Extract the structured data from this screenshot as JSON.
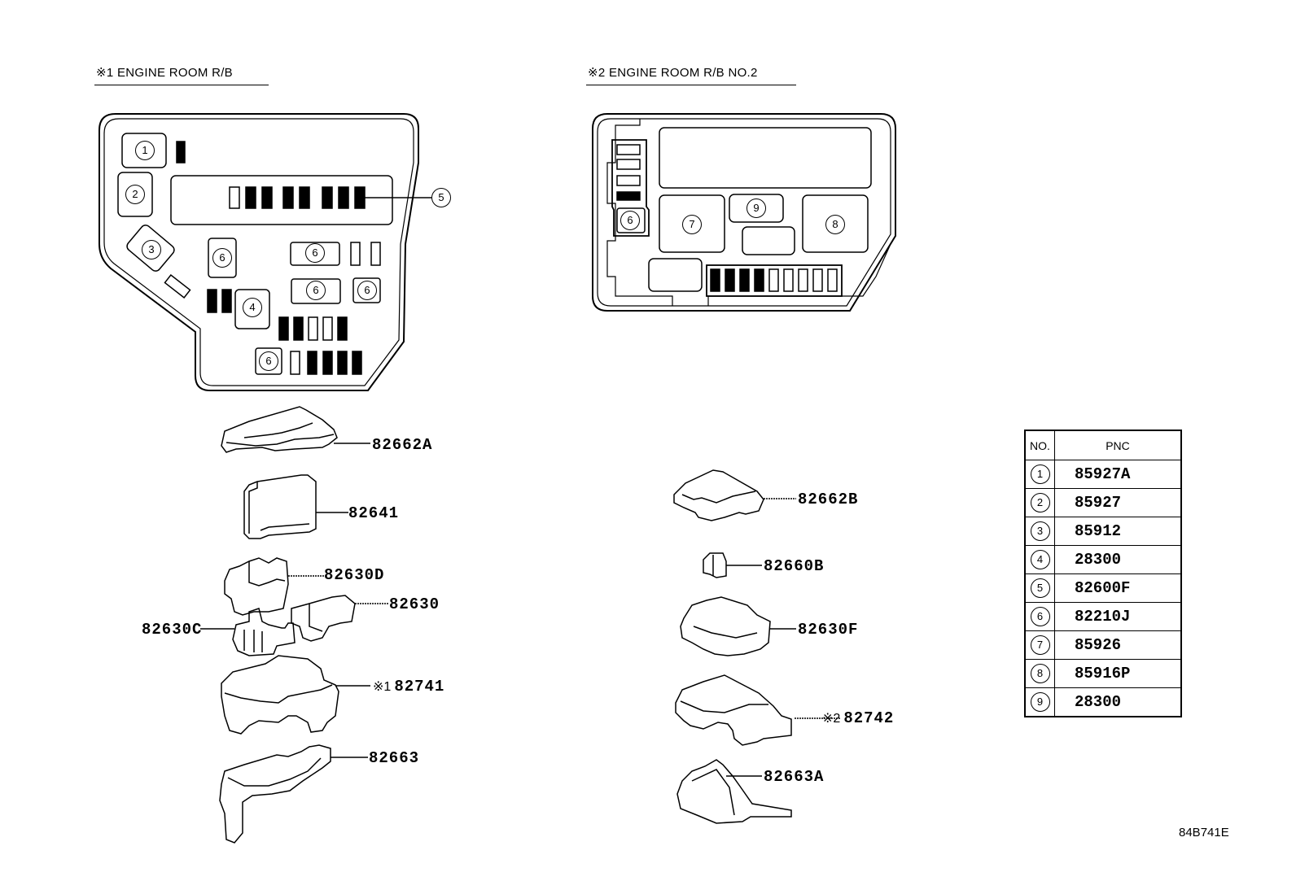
{
  "diagram": {
    "sections": [
      {
        "id": "rb1",
        "title": "※1 ENGINE ROOM R/B"
      },
      {
        "id": "rb2",
        "title": "※2 ENGINE ROOM R/B  NO.2"
      }
    ],
    "rb1_callouts": [
      "1",
      "2",
      "3",
      "4",
      "5",
      "6",
      "6",
      "6",
      "6",
      "6"
    ],
    "rb2_callouts": [
      "6",
      "7",
      "8",
      "9"
    ],
    "left_parts": [
      {
        "mark": "",
        "pnc": "82662A"
      },
      {
        "mark": "",
        "pnc": "82641"
      },
      {
        "mark": "",
        "pnc": "82630D"
      },
      {
        "mark": "",
        "pnc": "82630"
      },
      {
        "mark": "",
        "pnc": "82630C"
      },
      {
        "mark": "※1",
        "pnc": "82741"
      },
      {
        "mark": "",
        "pnc": "82663"
      }
    ],
    "right_parts": [
      {
        "mark": "",
        "pnc": "82662B"
      },
      {
        "mark": "",
        "pnc": "82660B"
      },
      {
        "mark": "",
        "pnc": "82630F"
      },
      {
        "mark": "※2",
        "pnc": "82742"
      },
      {
        "mark": "",
        "pnc": "82663A"
      }
    ],
    "legend_table": {
      "headers": [
        "NO.",
        "PNC"
      ],
      "rows": [
        {
          "no": "1",
          "pnc": "85927A"
        },
        {
          "no": "2",
          "pnc": "85927"
        },
        {
          "no": "3",
          "pnc": "85912"
        },
        {
          "no": "4",
          "pnc": "28300"
        },
        {
          "no": "5",
          "pnc": "82600F"
        },
        {
          "no": "6",
          "pnc": "82210J"
        },
        {
          "no": "7",
          "pnc": "85926"
        },
        {
          "no": "8",
          "pnc": "85916P"
        },
        {
          "no": "9",
          "pnc": "28300"
        }
      ]
    },
    "illustration_code": "84B741E"
  }
}
